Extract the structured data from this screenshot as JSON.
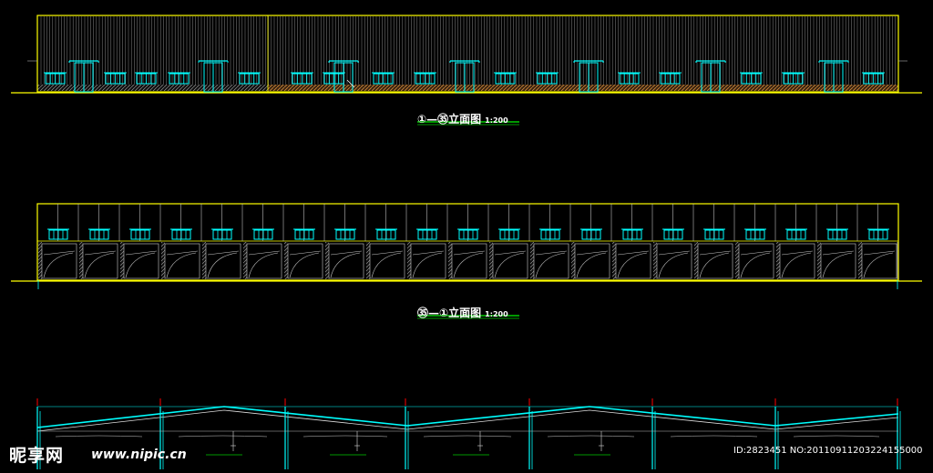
{
  "drawings": {
    "elevation_1": {
      "title": "①—㉟立面图",
      "scale": "1:200"
    },
    "elevation_2": {
      "title": "㉟—①立面图",
      "scale": "1:200"
    },
    "section_3": {
      "title": ""
    }
  },
  "watermark": {
    "logo": "昵享网",
    "url": "www.nipic.cn",
    "id_text": "ID:2823451 NO:20110911203224155000"
  },
  "colors": {
    "background": "#000000",
    "wall": "#ffff00",
    "window": "#00ffff",
    "detail": "#ffffff",
    "underline": "#00cc00",
    "axis": "#ff0000",
    "plinth": "#d08a3a"
  }
}
